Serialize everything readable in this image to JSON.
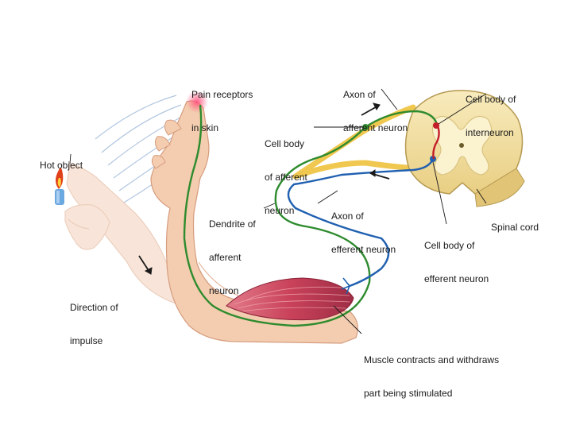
{
  "labels": {
    "hot_object": [
      "Hot object"
    ],
    "pain_receptors": [
      "Pain receptors",
      "in skin"
    ],
    "axon_afferent": [
      "Axon of",
      "afferent neuron"
    ],
    "cell_body_interneuron": [
      "Cell body of",
      "interneuron"
    ],
    "cell_body_afferent": [
      "Cell body",
      "of afferent",
      "neuron"
    ],
    "dendrite_afferent": [
      "Dendrite of",
      "afferent",
      "neuron"
    ],
    "axon_efferent": [
      "Axon of",
      "efferent neuron"
    ],
    "spinal_cord": [
      "Spinal cord"
    ],
    "cell_body_efferent": [
      "Cell body of",
      "efferent neuron"
    ],
    "direction_impulse": [
      "Direction of",
      "impulse"
    ],
    "muscle_contracts": [
      "Muscle contracts and withdraws",
      "part being stimulated"
    ]
  },
  "colors": {
    "skin": "#f4cdb0",
    "skin_shadow": "#e3a98a",
    "muscle": "#c9425a",
    "muscle_light": "#e27b8a",
    "spinal_cord": "#f5e3a8",
    "spinal_cord_edge": "#b59a52",
    "gray_matter": "#fbf2d0",
    "afferent_nerve": "#2e8b2e",
    "efferent_nerve": "#2060b0",
    "interneuron": "#c41e2a",
    "nerve_bundle": "#f0c850",
    "pain_glow": "#ff4d7a",
    "flame": "#e0401a",
    "candle": "#6aa8e0"
  }
}
